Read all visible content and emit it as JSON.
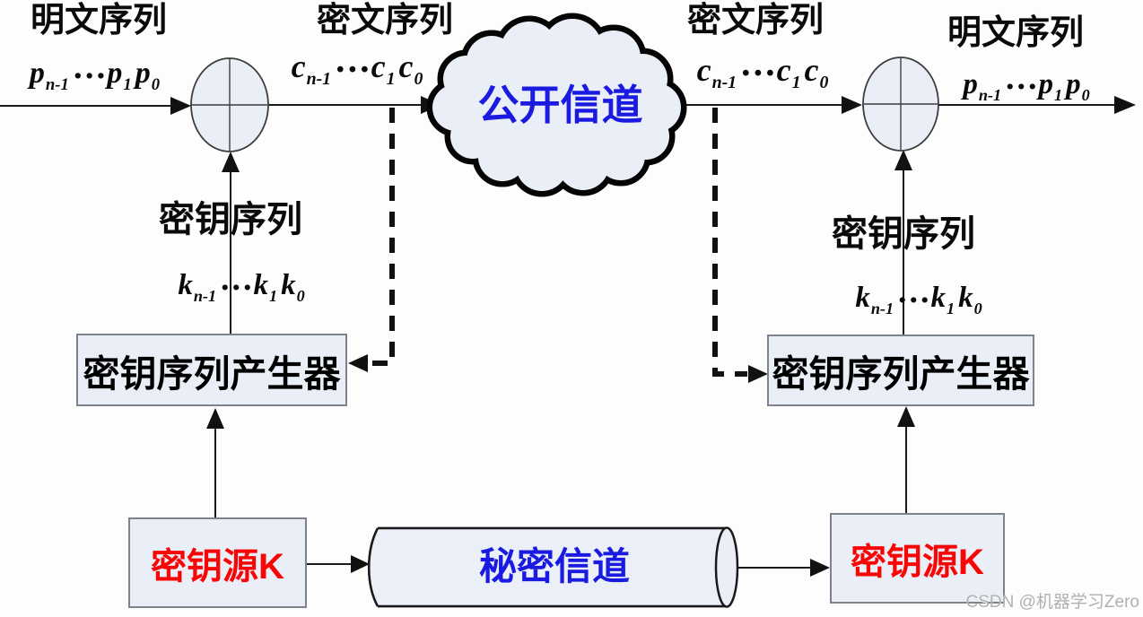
{
  "title": "Stream cipher system diagram",
  "colors": {
    "blue": "#1a1ae0",
    "red": "#f80606",
    "box-fill": "#e9eef7",
    "box-border": "#7d828c",
    "ink": "#0a0a0a",
    "watermark": "#b0b0b0"
  },
  "labels": {
    "plaintext_left": "明文序列",
    "ciphertext_left": "密文序列",
    "public_channel": "公开信道",
    "ciphertext_right": "密文序列",
    "plaintext_right": "明文序列",
    "key_sequence_left": "密钥序列",
    "key_sequence_right": "密钥序列",
    "generator_left": "密钥序列产生器",
    "generator_right": "密钥序列产生器",
    "key_source_left": "密钥源K",
    "key_source_right": "密钥源K",
    "secret_channel": "秘密信道",
    "watermark": "CSDN @机器学习Zero"
  },
  "sequences": {
    "plaintext": {
      "b1": "p",
      "s1": "n-1",
      "dots": "...",
      "b2": "p",
      "s2": "1",
      "b3": "p",
      "s3": "0"
    },
    "ciphertext": {
      "b1": "c",
      "s1": "n-1",
      "dots": "...",
      "b2": "c",
      "s2": "1",
      "b3": "c",
      "s3": "0"
    },
    "key": {
      "b1": "k",
      "s1": "n-1",
      "dots": "...",
      "b2": "k",
      "s2": "1",
      "b3": "k",
      "s3": "0"
    }
  },
  "icons": {
    "xor_left": "xor-circle",
    "xor_right": "xor-circle",
    "cloud": "cloud-shape",
    "cylinder": "pipe-cylinder"
  }
}
